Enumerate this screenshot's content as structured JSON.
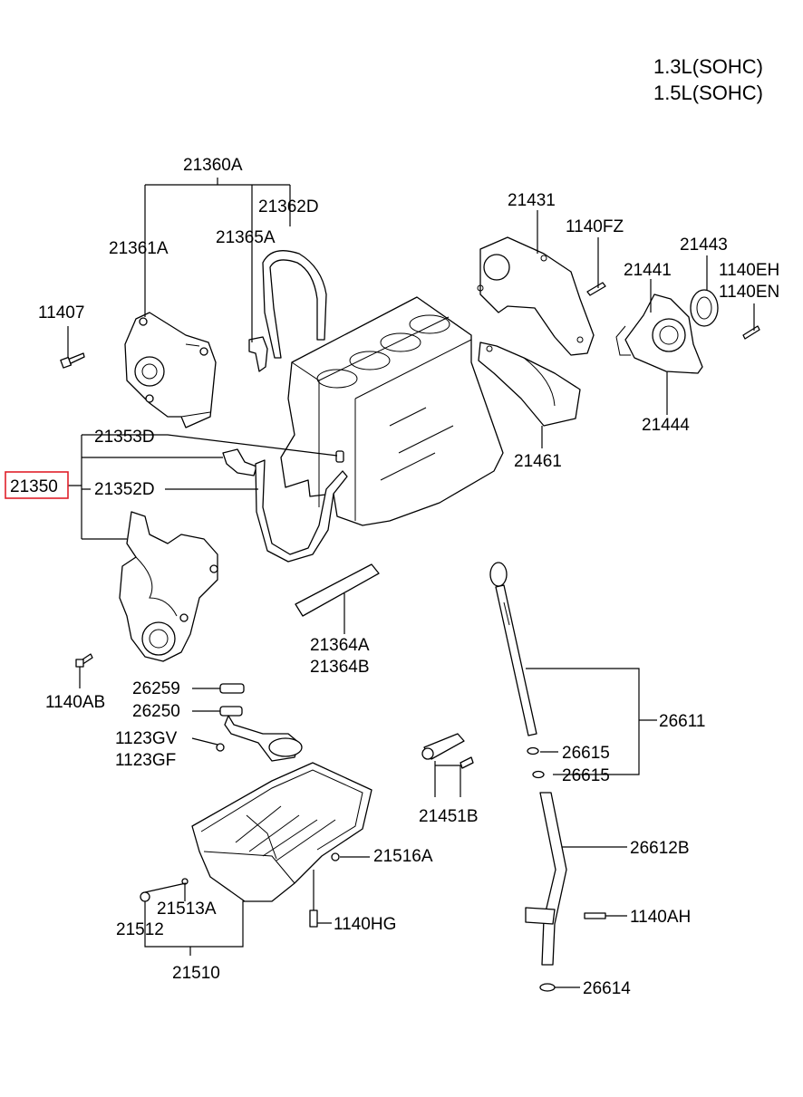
{
  "header": {
    "line1": "1.3L(SOHC)",
    "line2": "1.5L(SOHC)"
  },
  "labels": {
    "p21360A": "21360A",
    "p21362D": "21362D",
    "p21361A": "21361A",
    "p21365A": "21365A",
    "p11407": "11407",
    "p21431": "21431",
    "p1140FZ": "1140FZ",
    "p21443": "21443",
    "p21441": "21441",
    "p1140EH": "1140EH",
    "p1140EN": "1140EN",
    "p21444": "21444",
    "p21461": "21461",
    "p21353D": "21353D",
    "p21350": "21350",
    "p21352D": "21352D",
    "p21364A": "21364A",
    "p21364B": "21364B",
    "p1140AB": "1140AB",
    "p26259": "26259",
    "p26250": "26250",
    "p1123GV": "1123GV",
    "p1123GF": "1123GF",
    "p26611": "26611",
    "p26615a": "26615",
    "p26615b": "26615",
    "p21451B": "21451B",
    "p26612B": "26612B",
    "p21516A": "21516A",
    "p21513A": "21513A",
    "p21512": "21512",
    "p1140HG": "1140HG",
    "p1140AH": "1140AH",
    "p21510": "21510",
    "p26614": "26614"
  },
  "highlight": {
    "label": "21350",
    "color": "#e0202a"
  }
}
